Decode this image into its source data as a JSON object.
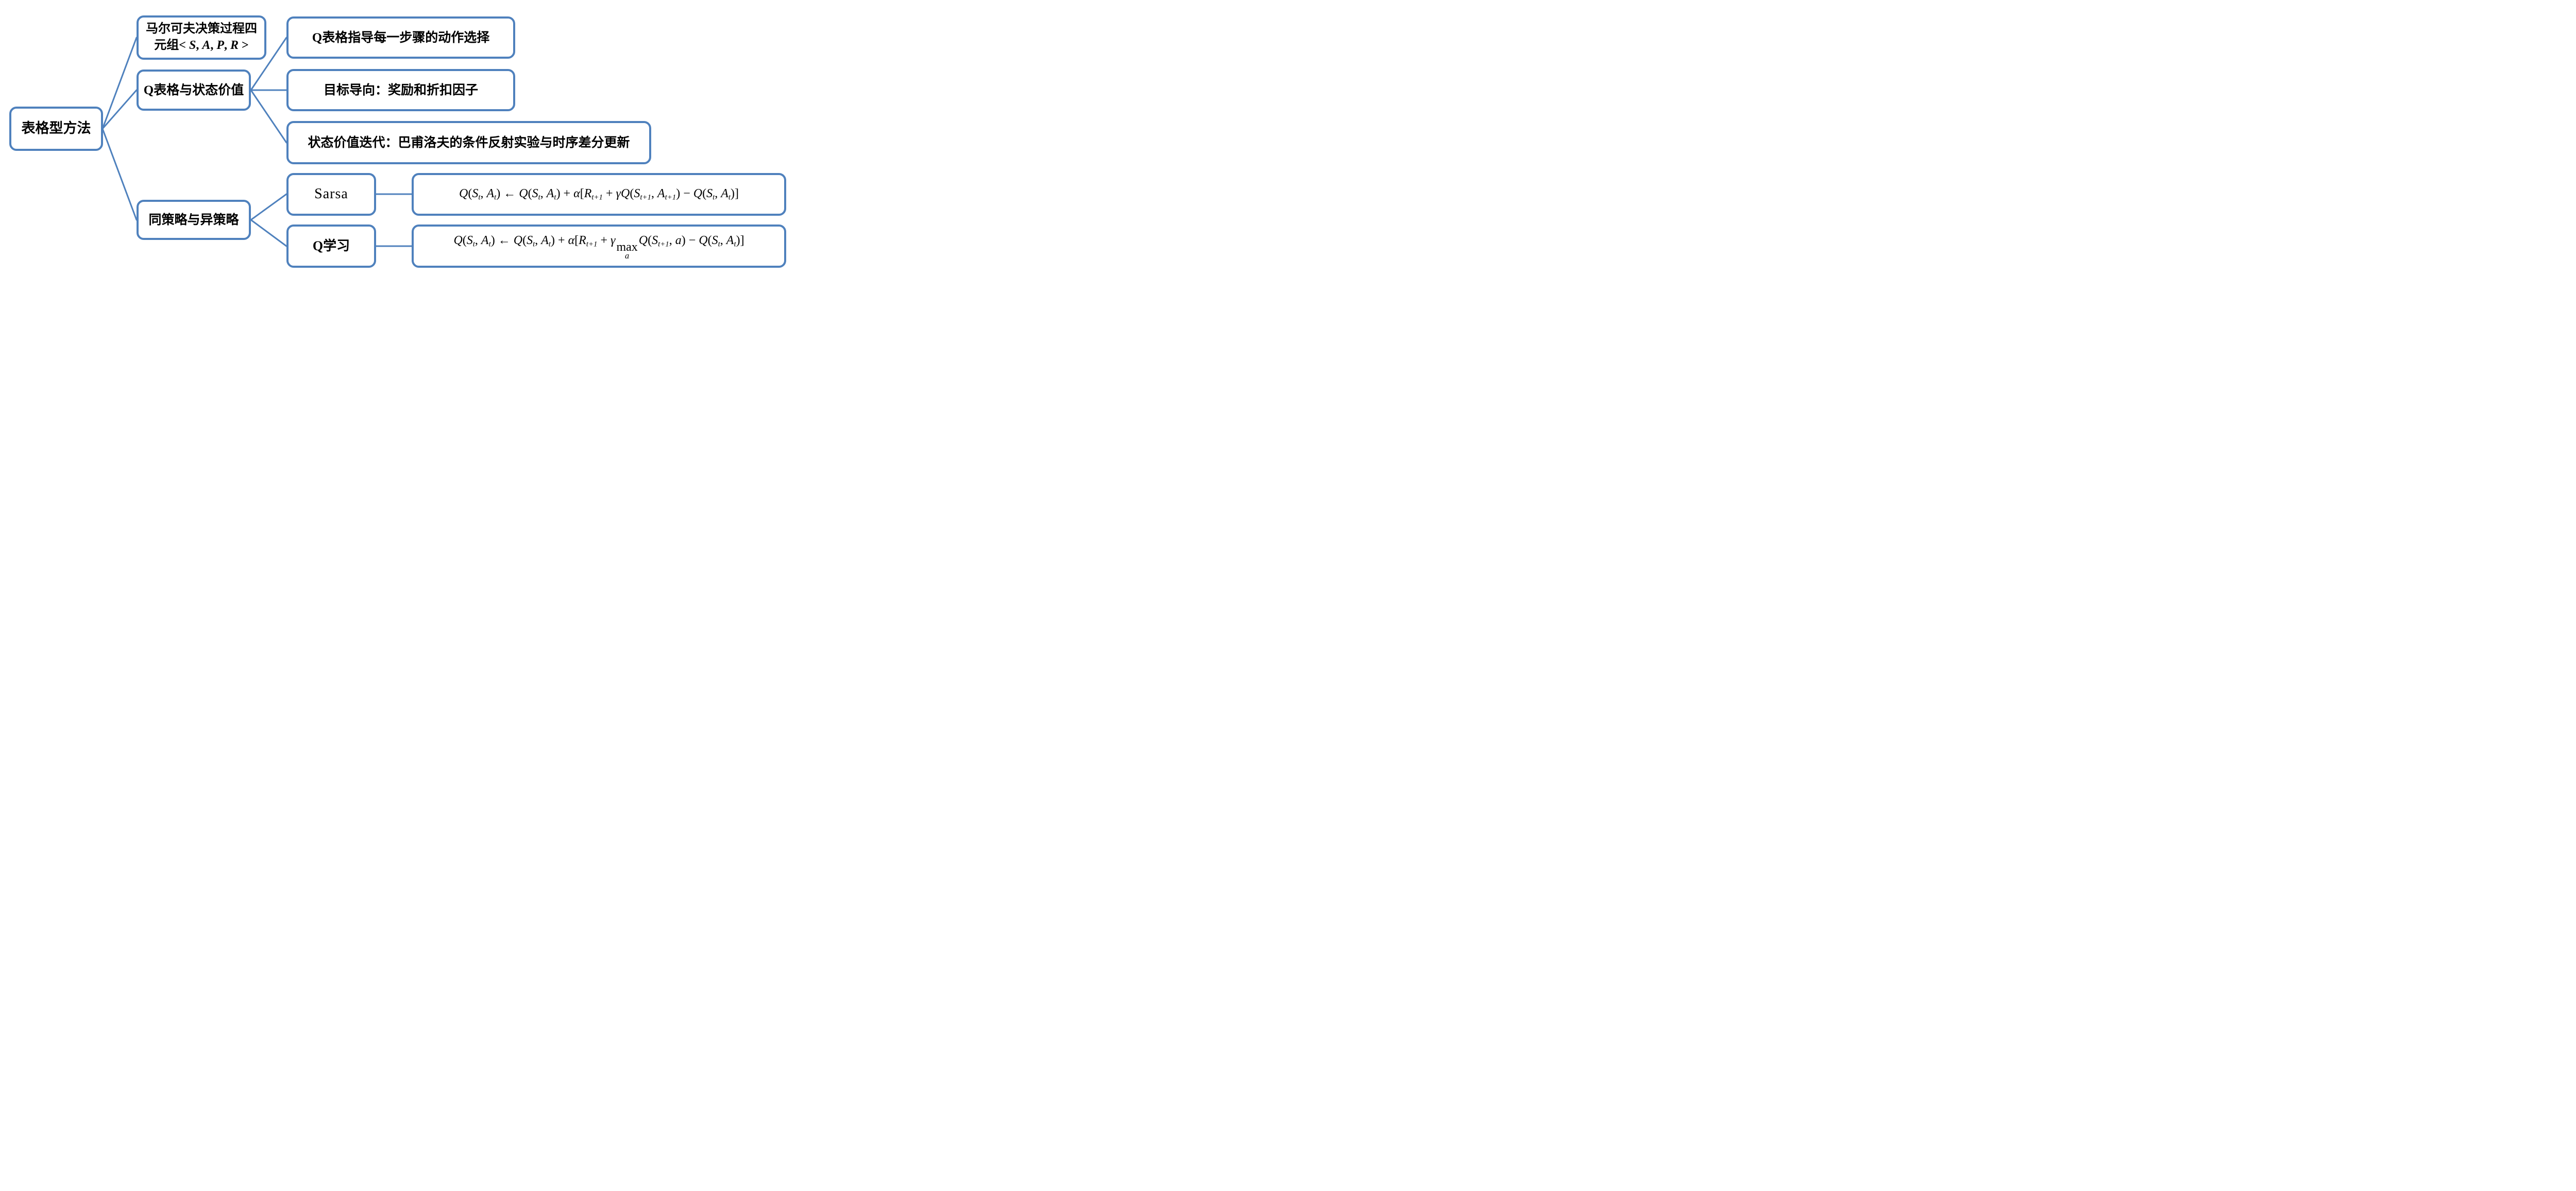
{
  "diagram": {
    "accent_color": "#4f81bd",
    "nodes": {
      "root": {
        "label": "表格型方法"
      },
      "mdp": {
        "line1": "马尔可夫决策过程四",
        "line2_tokens": [
          {
            "t": "n",
            "v": "元组< "
          },
          {
            "t": "i",
            "v": "S"
          },
          {
            "t": "n",
            "v": ", "
          },
          {
            "t": "i",
            "v": "A"
          },
          {
            "t": "n",
            "v": ", "
          },
          {
            "t": "i",
            "v": "P"
          },
          {
            "t": "n",
            "v": ", "
          },
          {
            "t": "i",
            "v": "R"
          },
          {
            "t": "n",
            "v": " >"
          }
        ]
      },
      "qtable": {
        "label": "Q表格与状态价值"
      },
      "policy": {
        "label": "同策略与异策略"
      },
      "leaf_action_selection": {
        "label": "Q表格指导每一步骤的动作选择"
      },
      "leaf_goal_oriented": {
        "label": "目标导向：奖励和折扣因子"
      },
      "leaf_value_iteration": {
        "label": "状态价值迭代：巴甫洛夫的条件反射实验与时序差分更新"
      },
      "sarsa": {
        "label": "Sarsa"
      },
      "qlearning": {
        "label": "Q学习"
      },
      "sarsa_formula_tokens": [
        {
          "t": "i",
          "v": "Q"
        },
        {
          "t": "n",
          "v": "("
        },
        {
          "t": "i",
          "v": "S"
        },
        {
          "t": "s",
          "v": "t"
        },
        {
          "t": "n",
          "v": ", "
        },
        {
          "t": "i",
          "v": "A"
        },
        {
          "t": "s",
          "v": "t"
        },
        {
          "t": "n",
          "v": ") ← "
        },
        {
          "t": "i",
          "v": "Q"
        },
        {
          "t": "n",
          "v": "("
        },
        {
          "t": "i",
          "v": "S"
        },
        {
          "t": "s",
          "v": "t"
        },
        {
          "t": "n",
          "v": ", "
        },
        {
          "t": "i",
          "v": "A"
        },
        {
          "t": "s",
          "v": "t"
        },
        {
          "t": "n",
          "v": ") + "
        },
        {
          "t": "i",
          "v": "α"
        },
        {
          "t": "n",
          "v": "["
        },
        {
          "t": "i",
          "v": "R"
        },
        {
          "t": "s",
          "v": "t+1"
        },
        {
          "t": "n",
          "v": " + "
        },
        {
          "t": "i",
          "v": "γQ"
        },
        {
          "t": "n",
          "v": "("
        },
        {
          "t": "i",
          "v": "S"
        },
        {
          "t": "s",
          "v": "t+1"
        },
        {
          "t": "n",
          "v": ", "
        },
        {
          "t": "i",
          "v": "A"
        },
        {
          "t": "s",
          "v": "t+1"
        },
        {
          "t": "n",
          "v": ") − "
        },
        {
          "t": "i",
          "v": "Q"
        },
        {
          "t": "n",
          "v": "("
        },
        {
          "t": "i",
          "v": "S"
        },
        {
          "t": "s",
          "v": "t"
        },
        {
          "t": "n",
          "v": ", "
        },
        {
          "t": "i",
          "v": "A"
        },
        {
          "t": "s",
          "v": "t"
        },
        {
          "t": "n",
          "v": ")]"
        }
      ],
      "qlearning_formula_tokens": [
        {
          "t": "i",
          "v": "Q"
        },
        {
          "t": "n",
          "v": "("
        },
        {
          "t": "i",
          "v": "S"
        },
        {
          "t": "s",
          "v": "t"
        },
        {
          "t": "n",
          "v": ", "
        },
        {
          "t": "i",
          "v": "A"
        },
        {
          "t": "s",
          "v": "t"
        },
        {
          "t": "n",
          "v": ") ← "
        },
        {
          "t": "i",
          "v": "Q"
        },
        {
          "t": "n",
          "v": "("
        },
        {
          "t": "i",
          "v": "S"
        },
        {
          "t": "s",
          "v": "t"
        },
        {
          "t": "n",
          "v": ", "
        },
        {
          "t": "i",
          "v": "A"
        },
        {
          "t": "s",
          "v": "t"
        },
        {
          "t": "n",
          "v": ") + "
        },
        {
          "t": "i",
          "v": "α"
        },
        {
          "t": "n",
          "v": "["
        },
        {
          "t": "i",
          "v": "R"
        },
        {
          "t": "s",
          "v": "t+1"
        },
        {
          "t": "n",
          "v": " + "
        },
        {
          "t": "i",
          "v": "γ"
        },
        {
          "t": "u",
          "top": "max",
          "bottom": "a"
        },
        {
          "t": "i",
          "v": "Q"
        },
        {
          "t": "n",
          "v": "("
        },
        {
          "t": "i",
          "v": "S"
        },
        {
          "t": "s",
          "v": "t+1"
        },
        {
          "t": "n",
          "v": ", "
        },
        {
          "t": "i",
          "v": "a"
        },
        {
          "t": "n",
          "v": ") − "
        },
        {
          "t": "i",
          "v": "Q"
        },
        {
          "t": "n",
          "v": "("
        },
        {
          "t": "i",
          "v": "S"
        },
        {
          "t": "s",
          "v": "t"
        },
        {
          "t": "n",
          "v": ", "
        },
        {
          "t": "i",
          "v": "A"
        },
        {
          "t": "s",
          "v": "t"
        },
        {
          "t": "n",
          "v": ")]"
        }
      ]
    }
  }
}
